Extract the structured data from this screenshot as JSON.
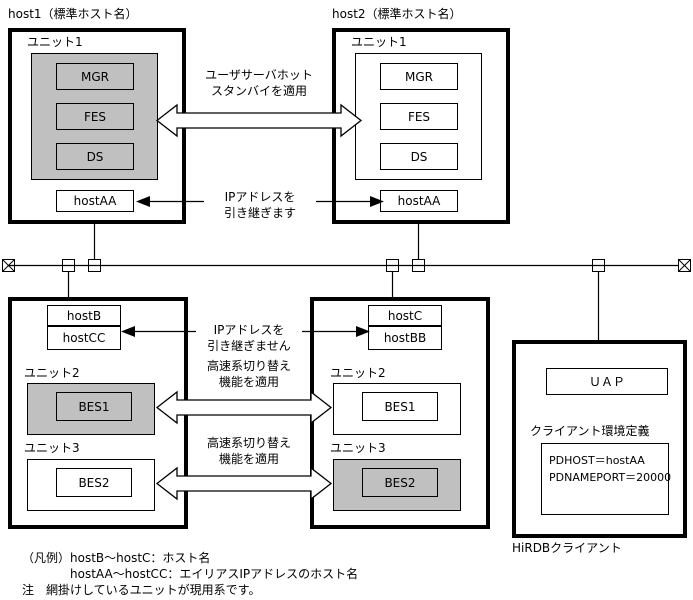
{
  "diagram": {
    "title_host1": "host1（標準ホスト名）",
    "title_host2": "host2（標準ホスト名）",
    "unit1_label": "ユニット1",
    "unit2_label": "ユニット2",
    "unit3_label": "ユニット3",
    "server_mgr": "MGR",
    "server_fes": "FES",
    "server_ds": "DS",
    "server_bes1": "BES1",
    "server_bes2": "BES2",
    "alias_hostAA": "hostAA",
    "alias_hostB": "hostB",
    "alias_hostCC": "hostCC",
    "alias_hostC": "hostC",
    "alias_hostBB": "hostBB",
    "shade_color": "#c0c0c0",
    "line_color": "#000000",
    "bg_color": "#ffffff"
  },
  "annotations": {
    "hot_standby_l1": "ユーザサーバホット",
    "hot_standby_l2": "スタンバイを適用",
    "ip_takeover_l1": "IPアドレスを",
    "ip_takeover_l2": "引き継ぎます",
    "ip_no_takeover_l1": "IPアドレスを",
    "ip_no_takeover_l2": "引き継ぎません",
    "fast_switch_a_l1": "高速系切り替え",
    "fast_switch_a_l2": "機能を適用",
    "fast_switch_b_l1": "高速系切り替え",
    "fast_switch_b_l2": "機能を適用"
  },
  "client": {
    "uap_label": "ＵＡＰ",
    "client_env_title": "クライアント環境定義",
    "env_line1": "PDHOST＝hostAA",
    "env_line2": "PDNAMEPORT＝20000",
    "caption": "HiRDBクライアント"
  },
  "legend": {
    "line1": "（凡例）hostB〜hostC：ホスト名",
    "line2": "hostAA〜hostCC：エイリアスIPアドレスのホスト名",
    "line3": "注　網掛けしているユニットが現用系です。"
  }
}
